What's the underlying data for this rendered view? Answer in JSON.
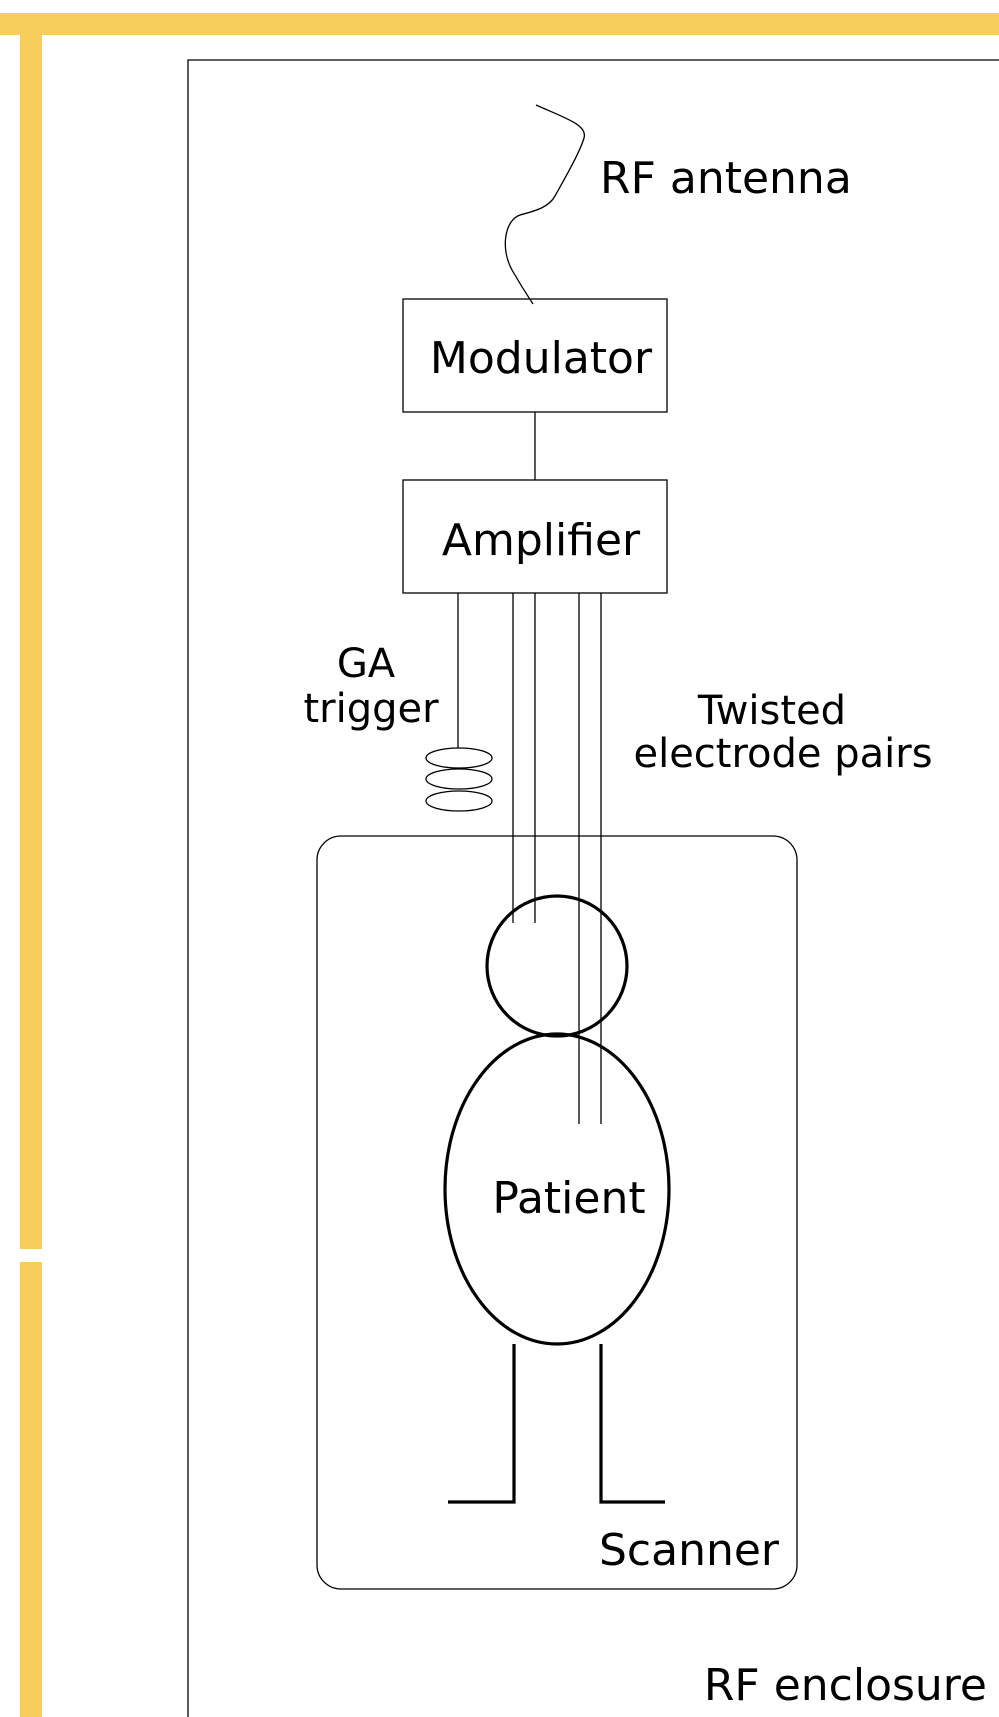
{
  "diagram": {
    "labels": {
      "rf_antenna": "RF antenna",
      "modulator": "Modulator",
      "amplifier": "Amplifier",
      "ga_trigger_line1": "GA",
      "ga_trigger_line2": "trigger",
      "twisted_line1": "Twisted",
      "twisted_line2": "electrode pairs",
      "patient": "Patient",
      "scanner": "Scanner",
      "rf_enclosure": "RF enclosure"
    },
    "colors": {
      "frame_accent": "#F7CD5C",
      "lines": "#000000",
      "background": "#FFFFFF"
    }
  }
}
